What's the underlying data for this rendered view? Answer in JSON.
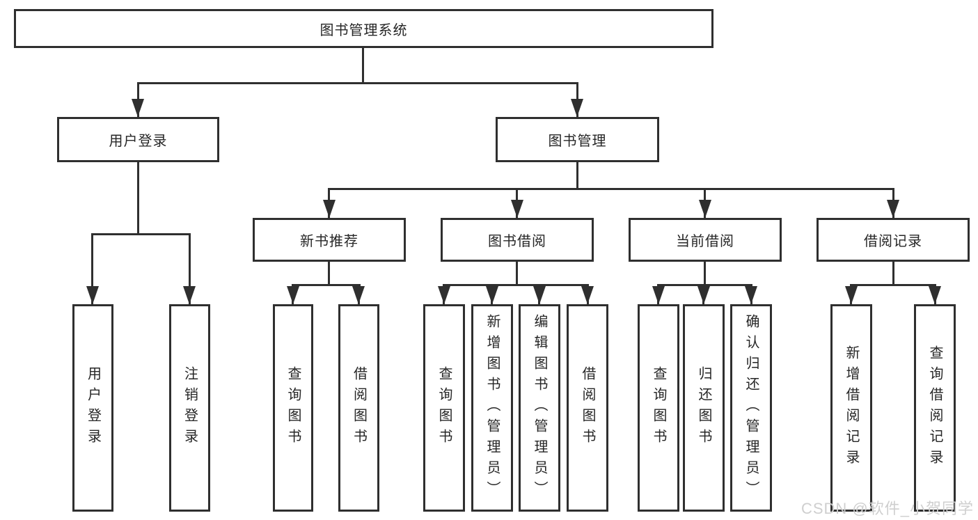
{
  "tree": {
    "label": "图书管理系统",
    "children": [
      {
        "label": "用户登录",
        "children": [
          {
            "label": "用户登录"
          },
          {
            "label": "注销登录"
          }
        ]
      },
      {
        "label": "图书管理",
        "children": [
          {
            "label": "新书推荐",
            "children": [
              {
                "label": "查询图书"
              },
              {
                "label": "借阅图书"
              }
            ]
          },
          {
            "label": "图书借阅",
            "children": [
              {
                "label": "查询图书"
              },
              {
                "label": "新增图书（管理员）"
              },
              {
                "label": "编辑图书（管理员）"
              },
              {
                "label": "借阅图书"
              }
            ]
          },
          {
            "label": "当前借阅",
            "children": [
              {
                "label": "查询图书"
              },
              {
                "label": "归还图书"
              },
              {
                "label": "确认归还（管理员）"
              }
            ]
          },
          {
            "label": "借阅记录",
            "children": [
              {
                "label": "新增借阅记录"
              },
              {
                "label": "查询借阅记录"
              }
            ]
          }
        ]
      }
    ]
  },
  "watermark": "CSDN @软件_小贺同学",
  "colors": {
    "line": "#2f2f2f",
    "text": "#262626",
    "background": "#ffffff",
    "watermark": "#cfcfcf"
  }
}
